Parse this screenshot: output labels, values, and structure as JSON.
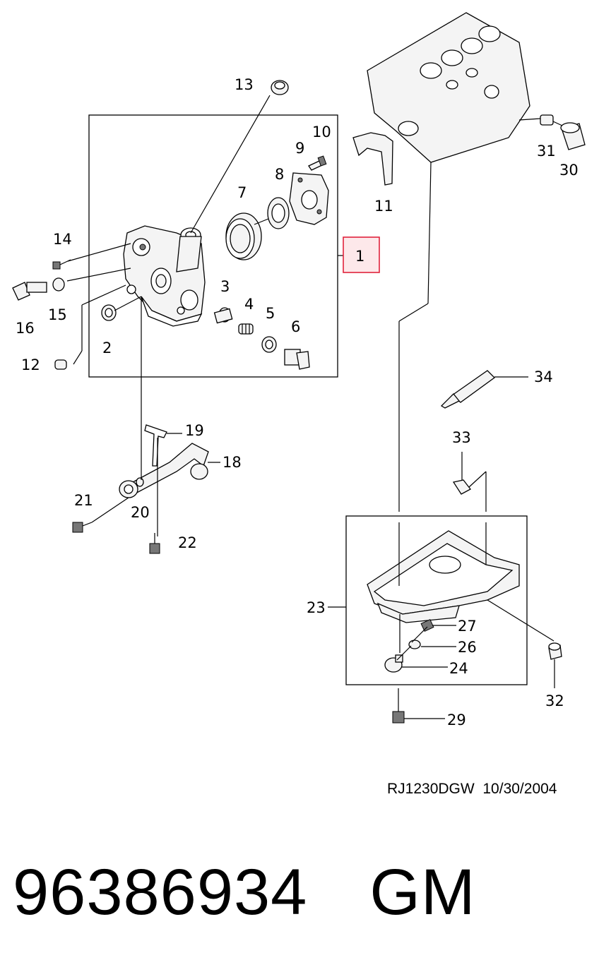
{
  "diagram": {
    "callouts": {
      "c1": "1",
      "c2": "2",
      "c3": "3",
      "c4": "4",
      "c5": "5",
      "c6": "6",
      "c7": "7",
      "c8": "8",
      "c9": "9",
      "c10": "10",
      "c11": "11",
      "c12": "12",
      "c13": "13",
      "c14": "14",
      "c15": "15",
      "c16": "16",
      "c18": "18",
      "c19": "19",
      "c20": "20",
      "c21": "21",
      "c22": "22",
      "c23": "23",
      "c24": "24",
      "c26": "26",
      "c27": "27",
      "c29": "29",
      "c30": "30",
      "c31": "31",
      "c32": "32",
      "c33": "33",
      "c34": "34"
    },
    "highlight_color": "#e0233c",
    "highlight_fill": "#fde8ea",
    "reference_code": "RJ1230DGW",
    "reference_date": "10/30/2004"
  },
  "footer": {
    "part_number": "96386934",
    "brand": "GM"
  }
}
